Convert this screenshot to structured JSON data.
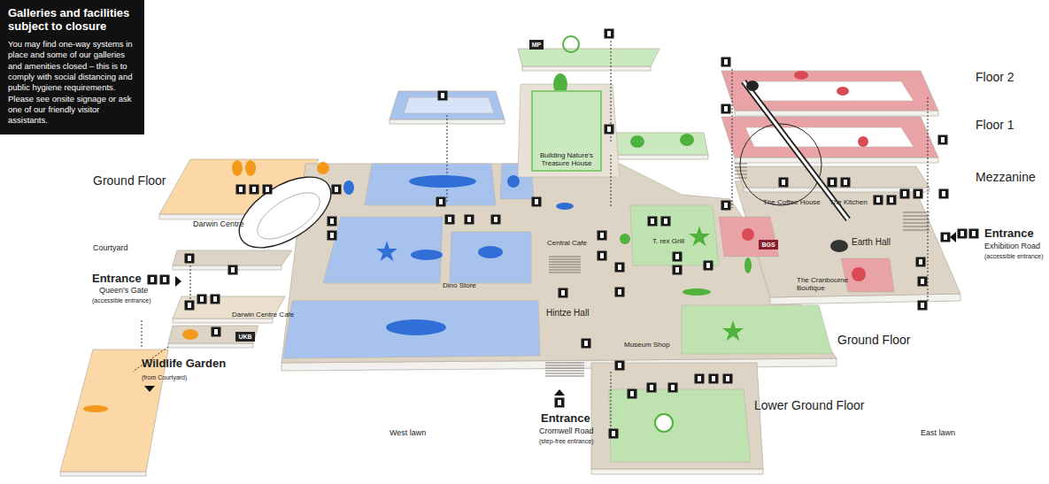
{
  "diagram": {
    "nodes": [
      {
        "text": [
          "Galleries and facilities subject to closure",
          "You may find one-way systems in place and some of our galleries and amenities closed – this is to comply with social distancing and public hygiene requirements. Please see onsite signage or ask one of our friendly visitor assistants."
        ]
      },
      {
        "text": [
          "MP"
        ]
      },
      {
        "text": [
          "Building Nature's Treasure House"
        ]
      },
      {
        "text": [
          "UKB"
        ]
      },
      {
        "text": [
          "BGS"
        ]
      }
    ],
    "labels": [
      "Ground Floor",
      "Darwin Centre",
      "Courtyard",
      "Entrance",
      "Queen's Gate",
      "(accessible entrance)",
      "Darwin Centre Cafe",
      "Wildlife Garden",
      "(from Courtyard)",
      "West lawn",
      "Dino Store",
      "Central Cafe",
      "Hintze Hall",
      "T. rex Grill",
      "Museum Shop",
      "Entrance",
      "Cromwell Road",
      "(step-free entrance)",
      "Lower Ground Floor",
      "Ground Floor",
      "East lawn",
      "The Coffee House",
      "The Kitchen",
      "Earth Hall",
      "The Cranbourne Boutique",
      "Entrance",
      "Exhibition Road",
      "(accessible entrance)",
      "Floor 2",
      "Floor 1",
      "Mezzanine"
    ]
  }
}
